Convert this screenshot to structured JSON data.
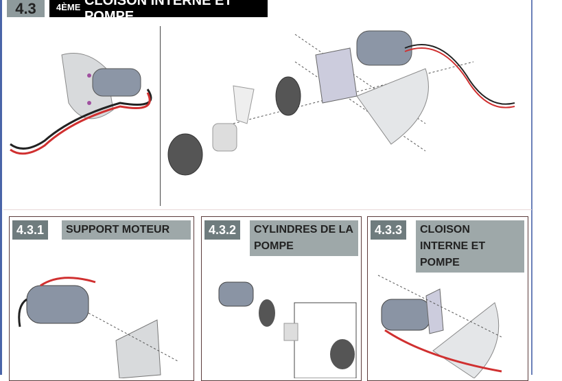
{
  "header": {
    "number": "4.3",
    "title_sup": "4ÈME",
    "title": "CLOISON INTERNE ET POMPE"
  },
  "steps": [
    {
      "number": "4.3.1",
      "title": "SUPPORT MOTEUR"
    },
    {
      "number": "4.3.2",
      "title": "CYLINDRES DE LA POMPE"
    },
    {
      "number": "4.3.3",
      "title": "CLOISON INTERNE ET POMPE"
    }
  ]
}
